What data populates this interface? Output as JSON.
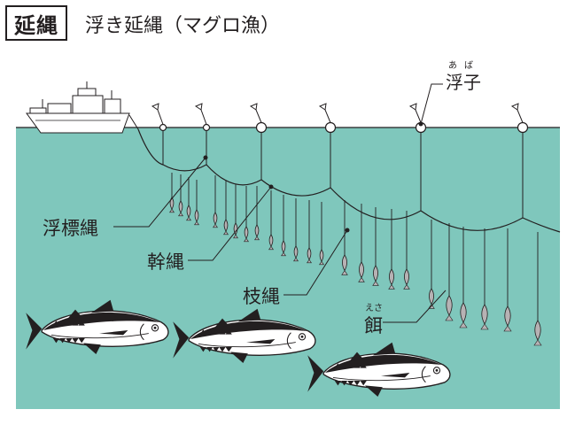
{
  "header": {
    "badge": "延縄",
    "title": "浮き延縄（マグロ漁）"
  },
  "labels": {
    "float": "浮子",
    "float_ruby": "あば",
    "float_line": "浮標縄",
    "main_line": "幹縄",
    "branch_line": "枝縄",
    "bait": "餌",
    "bait_ruby": "えさ"
  },
  "colors": {
    "sea": "#7fc7bc",
    "line": "#231f20",
    "bait": "#b7b2b4",
    "fish_dark": "#231f20",
    "fish_light": "#ffffff"
  },
  "icons": [
    "fishing-boat-icon",
    "flag-buoy-icon",
    "tuna-icon",
    "bait-fish-icon"
  ]
}
